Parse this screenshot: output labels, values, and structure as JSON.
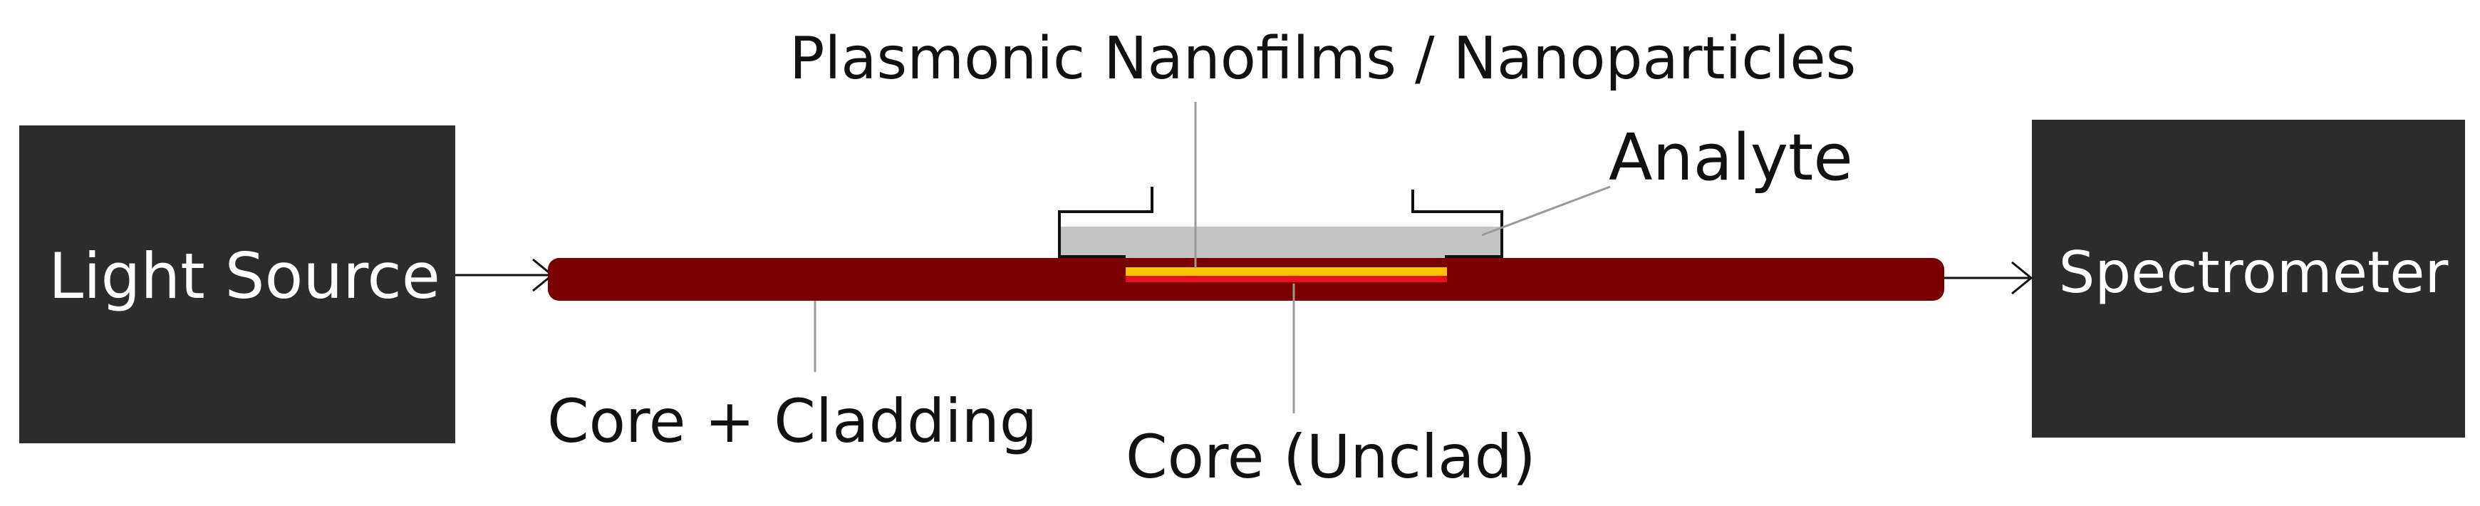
{
  "diagram": {
    "labels": {
      "light_source": "Light Source",
      "spectrometer": "Spectrometer",
      "plasmonic": "Plasmonic Nanofilms / Nanoparticles",
      "analyte": "Analyte",
      "core_cladding": "Core + Cladding",
      "core_unclad": "Core (Unclad)"
    },
    "colors": {
      "box": "#2c2c2c",
      "fiber": "#7a0000",
      "analyte": "#c4c4c4",
      "core_inner": "#e3121c",
      "gold_film": "#f7c600",
      "line": "#111111",
      "leader": "#9a9a9a"
    }
  }
}
